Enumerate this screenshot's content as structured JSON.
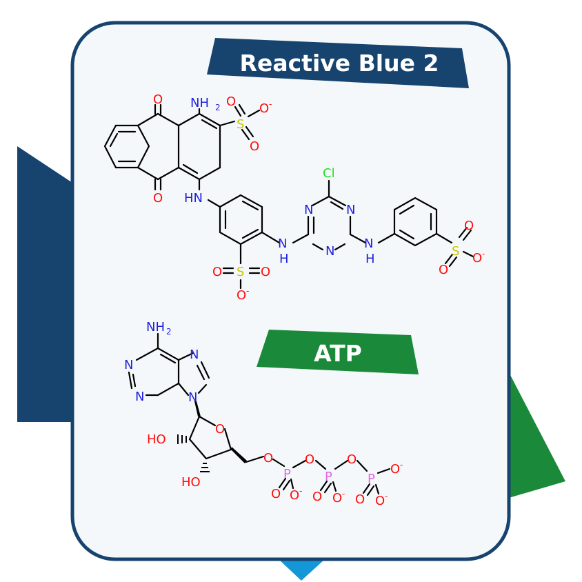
{
  "titles": {
    "top": "Reactive Blue 2",
    "bottom": "ATP"
  },
  "colors": {
    "navy": "#17436f",
    "green": "#1a8a3a",
    "light_blue": "#1497d6",
    "card_bg": "#f5f8fa",
    "oxygen": "#ff0d0d",
    "nitrogen": "#1f1fe0",
    "sulfur": "#c8c800",
    "chlorine": "#1fe01f",
    "phosphorus": "#e066e0"
  },
  "atoms": {
    "O": "O",
    "N": "N",
    "S": "S",
    "Cl": "Cl",
    "P": "P",
    "NH": "NH",
    "HN": "HN",
    "H": "H",
    "HO": "HO",
    "NH2_main": "NH",
    "sub2": "2",
    "minus": "-"
  }
}
